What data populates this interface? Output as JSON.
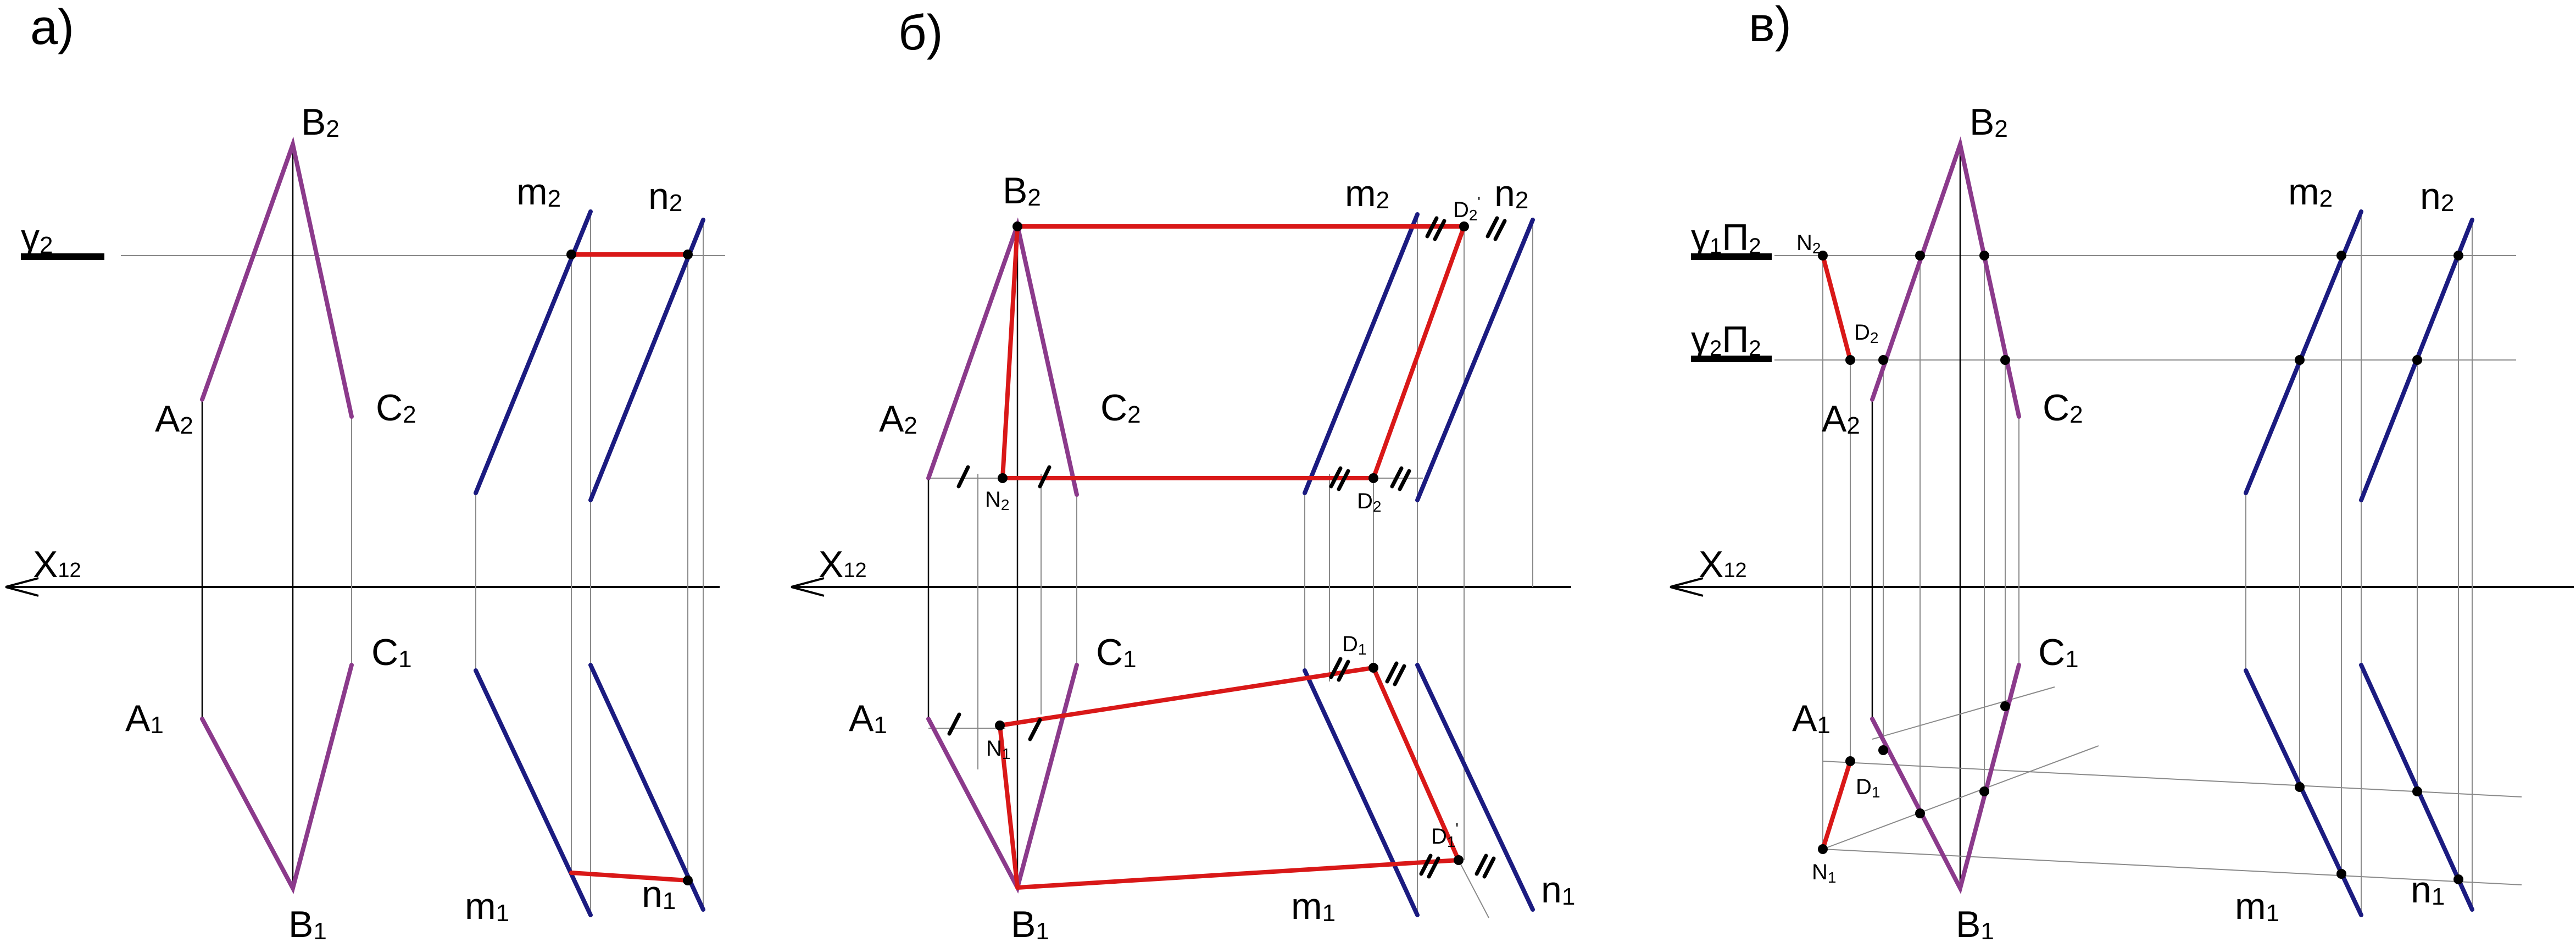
{
  "panels": {
    "a": {
      "title": "а)",
      "labels": {
        "B2": [
          "B",
          "2"
        ],
        "A2": [
          "A",
          "2"
        ],
        "C2": [
          "C",
          "2"
        ],
        "gamma2": [
          "γ",
          "2"
        ],
        "m2": [
          "m",
          "2"
        ],
        "n2": [
          "n",
          "2"
        ],
        "x12": [
          "X",
          "12"
        ],
        "C1": [
          "C",
          "1"
        ],
        "A1": [
          "A",
          "1"
        ],
        "B1": [
          "B",
          "1"
        ],
        "m1": [
          "m",
          "1"
        ],
        "n1": [
          "n",
          "1"
        ]
      }
    },
    "b": {
      "title": "б)",
      "labels": {
        "B2": [
          "B",
          "2"
        ],
        "A2": [
          "A",
          "2"
        ],
        "C2": [
          "C",
          "2"
        ],
        "m2": [
          "m",
          "2"
        ],
        "n2": [
          "n",
          "2"
        ],
        "D2p": [
          "D",
          "2",
          "'"
        ],
        "N2": [
          "N",
          "2"
        ],
        "D2": [
          "D",
          "2"
        ],
        "x12": [
          "X",
          "12"
        ],
        "C1": [
          "C",
          "1"
        ],
        "A1": [
          "A",
          "1"
        ],
        "B1": [
          "B",
          "1"
        ],
        "D1": [
          "D",
          "1"
        ],
        "N1": [
          "N",
          "1"
        ],
        "D1p": [
          "D",
          "1",
          "'"
        ],
        "m1": [
          "m",
          "1"
        ],
        "n1": [
          "n",
          "1"
        ]
      }
    },
    "c": {
      "title": "в)",
      "labels": {
        "B2": [
          "B",
          "2"
        ],
        "A2": [
          "A",
          "2"
        ],
        "C2": [
          "C",
          "2"
        ],
        "gamma1": [
          "γ",
          "1",
          "Π",
          "2"
        ],
        "gamma2": [
          "γ",
          "2",
          "Π",
          "2"
        ],
        "N2": [
          "N",
          "2"
        ],
        "D2": [
          "D",
          "2"
        ],
        "m2": [
          "m",
          "2"
        ],
        "n2": [
          "n",
          "2"
        ],
        "x12": [
          "X",
          "12"
        ],
        "C1": [
          "C",
          "1"
        ],
        "A1": [
          "A",
          "1"
        ],
        "B1": [
          "B",
          "1"
        ],
        "D1": [
          "D",
          "1"
        ],
        "N1": [
          "N",
          "1"
        ],
        "m1": [
          "m",
          "1"
        ],
        "n1": [
          "n",
          "1"
        ]
      }
    }
  },
  "colors": {
    "triangle": "#8b3a8b",
    "lines_mn": "#1b1b80",
    "construction": "#d91818",
    "thin": "#8a8a8a",
    "axis": "#000000"
  }
}
